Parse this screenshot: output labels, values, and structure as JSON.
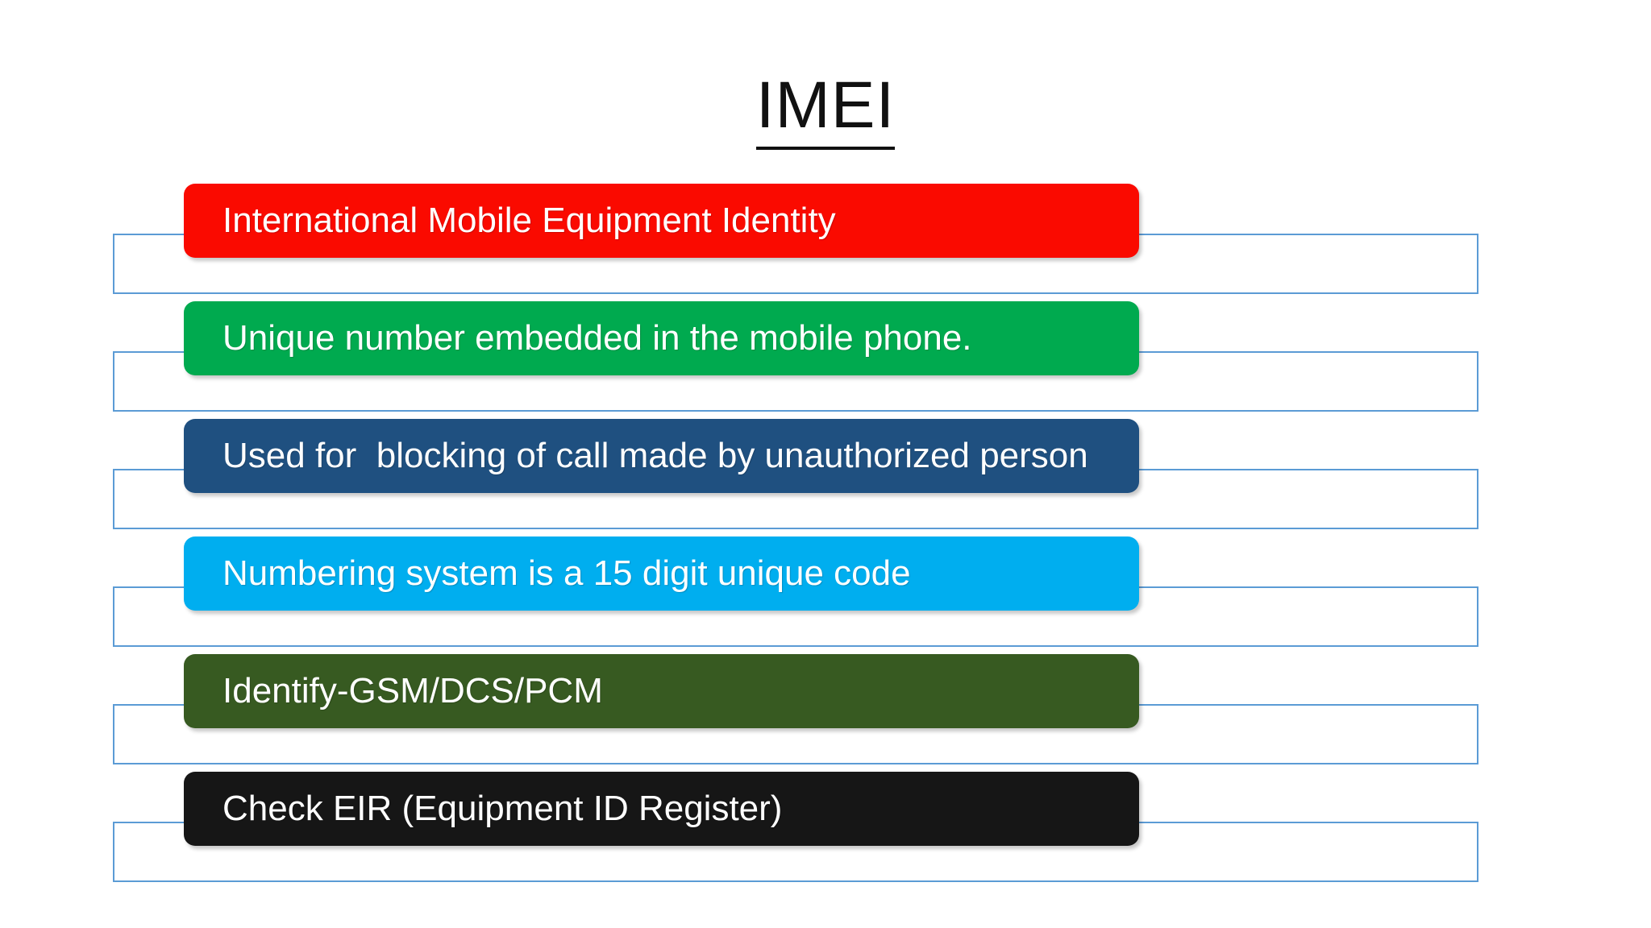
{
  "slide": {
    "title": "IMEI",
    "background_color": "#FFFFFF",
    "frame_border_color": "#5B9BD5",
    "text_color": "#FFFFFF"
  },
  "bars": [
    {
      "label": "International Mobile Equipment Identity",
      "color": "#FA0A00",
      "color_name": "red"
    },
    {
      "label": "Unique number embedded in the mobile phone.",
      "color": "#00AA4F",
      "color_name": "green"
    },
    {
      "label": "Used for  blocking of call made by unauthorized person",
      "color": "#1F5080",
      "color_name": "navy-blue"
    },
    {
      "label": "Numbering system is a 15 digit unique code",
      "color": "#00AEEF",
      "color_name": "cyan"
    },
    {
      "label": "Identify-GSM/DCS/PCM",
      "color": "#375A21",
      "color_name": "dark-green"
    },
    {
      "label": "Check EIR (Equipment ID Register)",
      "color": "#161616",
      "color_name": "black"
    }
  ]
}
